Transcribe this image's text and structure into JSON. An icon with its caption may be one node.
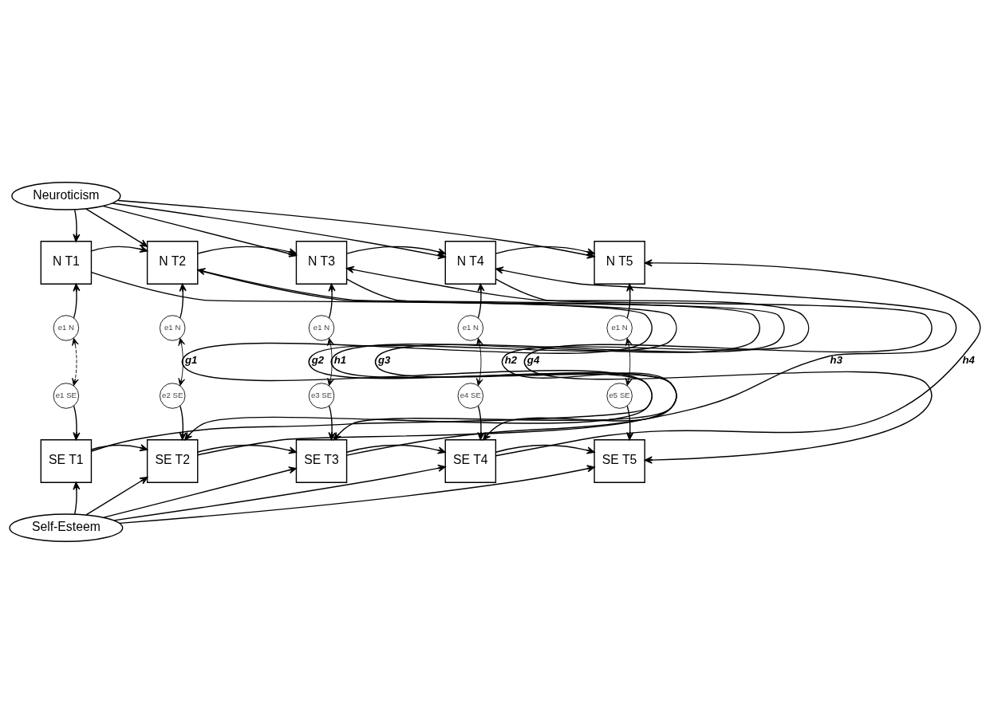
{
  "diagram": {
    "nodes": [
      {
        "text": [
          "Neuroticism"
        ]
      },
      {
        "text": [
          "N T1"
        ]
      },
      {
        "text": [
          "N T2"
        ]
      },
      {
        "text": [
          "N T3"
        ]
      },
      {
        "text": [
          "N T4"
        ]
      },
      {
        "text": [
          "N T5"
        ]
      },
      {
        "text": [
          "e1 N"
        ]
      },
      {
        "text": [
          "e1 N"
        ]
      },
      {
        "text": [
          "e1 N"
        ]
      },
      {
        "text": [
          "e1 N"
        ]
      },
      {
        "text": [
          "e1 N"
        ]
      },
      {
        "text": [
          "e1 SE"
        ]
      },
      {
        "text": [
          "e2 SE"
        ]
      },
      {
        "text": [
          "e3 SE"
        ]
      },
      {
        "text": [
          "e4 SE"
        ]
      },
      {
        "text": [
          "e5 SE"
        ]
      },
      {
        "text": [
          "SE T1"
        ]
      },
      {
        "text": [
          "SE T2"
        ]
      },
      {
        "text": [
          "SE T3"
        ]
      },
      {
        "text": [
          "SE T4"
        ]
      },
      {
        "text": [
          "SE T5"
        ]
      },
      {
        "text": [
          "Self-Esteem"
        ]
      }
    ],
    "edges": [
      {
        "from": 0,
        "to": 1,
        "arrow": "to"
      },
      {
        "from": 0,
        "to": 2,
        "arrow": "to"
      },
      {
        "from": 0,
        "to": 3,
        "arrow": "to"
      },
      {
        "from": 0,
        "to": 4,
        "arrow": "to"
      },
      {
        "from": 0,
        "to": 5,
        "arrow": "to"
      },
      {
        "from": 1,
        "to": 2,
        "arrow": "to"
      },
      {
        "from": 2,
        "to": 3,
        "arrow": "to"
      },
      {
        "from": 3,
        "to": 4,
        "arrow": "to"
      },
      {
        "from": 4,
        "to": 5,
        "arrow": "to"
      },
      {
        "from": 6,
        "to": 1,
        "arrow": "to"
      },
      {
        "from": 7,
        "to": 2,
        "arrow": "to"
      },
      {
        "from": 8,
        "to": 3,
        "arrow": "to"
      },
      {
        "from": 9,
        "to": 4,
        "arrow": "to"
      },
      {
        "from": 10,
        "to": 5,
        "arrow": "to"
      },
      {
        "from": 1,
        "to": 17,
        "arrow": "to",
        "label": "g1"
      },
      {
        "from": 2,
        "to": 18,
        "arrow": "to",
        "label": "g2"
      },
      {
        "from": 3,
        "to": 19,
        "arrow": "to",
        "label": "g3"
      },
      {
        "from": 4,
        "to": 20,
        "arrow": "to",
        "label": "g4"
      },
      {
        "from": 16,
        "to": 2,
        "arrow": "to",
        "label": "h1"
      },
      {
        "from": 17,
        "to": 3,
        "arrow": "to",
        "label": "h2"
      },
      {
        "from": 18,
        "to": 4,
        "arrow": "to",
        "label": "h3"
      },
      {
        "from": 19,
        "to": 5,
        "arrow": "to",
        "label": "h4"
      },
      {
        "from": 6,
        "to": 11,
        "arrow": "both",
        "style": "dashed"
      },
      {
        "from": 7,
        "to": 12,
        "arrow": "both"
      },
      {
        "from": 8,
        "to": 13,
        "arrow": "both"
      },
      {
        "from": 9,
        "to": 14,
        "arrow": "both"
      },
      {
        "from": 10,
        "to": 15,
        "arrow": "both"
      },
      {
        "from": 11,
        "to": 16,
        "arrow": "to"
      },
      {
        "from": 12,
        "to": 17,
        "arrow": "to"
      },
      {
        "from": 13,
        "to": 18,
        "arrow": "to"
      },
      {
        "from": 14,
        "to": 19,
        "arrow": "to"
      },
      {
        "from": 15,
        "to": 20,
        "arrow": "to"
      },
      {
        "from": 16,
        "to": 17,
        "arrow": "to"
      },
      {
        "from": 17,
        "to": 18,
        "arrow": "to"
      },
      {
        "from": 18,
        "to": 19,
        "arrow": "to"
      },
      {
        "from": 19,
        "to": 20,
        "arrow": "to"
      },
      {
        "from": 21,
        "to": 16,
        "arrow": "to"
      },
      {
        "from": 21,
        "to": 17,
        "arrow": "to"
      },
      {
        "from": 21,
        "to": 18,
        "arrow": "to"
      },
      {
        "from": 21,
        "to": 19,
        "arrow": "to"
      },
      {
        "from": 21,
        "to": 20,
        "arrow": "to"
      }
    ]
  }
}
